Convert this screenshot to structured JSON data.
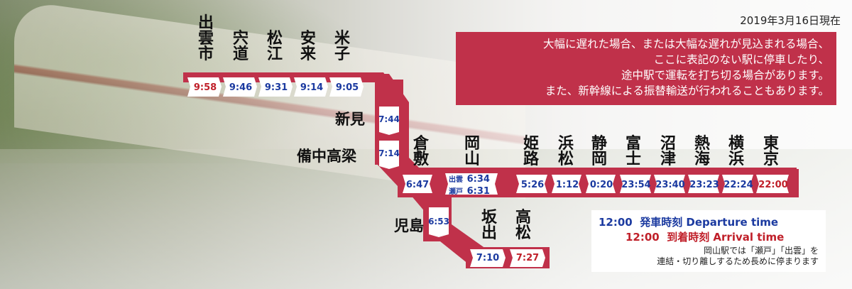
{
  "date": "2019年3月16日現在",
  "notice": [
    "大幅に遅れた場合、または大幅な遅れが見込まれる場合、",
    "ここに表記のない駅に停車したり、",
    "途中駅で運転を打ち切る場合があります。",
    "また、新幹線による振替輸送が行われることもあります。"
  ],
  "stations": {
    "izumoshi": {
      "name": [
        "出",
        "雲",
        "市"
      ],
      "time": "9:58"
    },
    "shinji": {
      "name": [
        "宍",
        "道"
      ],
      "time": "9:46"
    },
    "matsue": {
      "name": [
        "松",
        "江"
      ],
      "time": "9:31"
    },
    "yasugi": {
      "name": [
        "安",
        "来"
      ],
      "time": "9:14"
    },
    "yonago": {
      "name": [
        "米",
        "子"
      ],
      "time": "9:05"
    },
    "niimi": {
      "name": "新見",
      "time": "7:44"
    },
    "bitchutakahashi": {
      "name": "備中高梁",
      "time": "7:14"
    },
    "kurashiki": {
      "name": [
        "倉",
        "敷"
      ],
      "time": "6:47"
    },
    "okayama": {
      "name": [
        "岡",
        "山"
      ],
      "izumo_label": "出雲",
      "izumo_time": "6:34",
      "seto_label": "瀬戸",
      "seto_time": "6:31"
    },
    "himeji": {
      "name": [
        "姫",
        "路"
      ],
      "time": "5:26"
    },
    "hamamatsu": {
      "name": [
        "浜",
        "松"
      ],
      "time": "1:12"
    },
    "shizuoka": {
      "name": [
        "静",
        "岡"
      ],
      "time": "0:20"
    },
    "fuji": {
      "name": [
        "富",
        "士"
      ],
      "time": "23:54"
    },
    "numazu": {
      "name": [
        "沼",
        "津"
      ],
      "time": "23:40"
    },
    "atami": {
      "name": [
        "熱",
        "海"
      ],
      "time": "23:23"
    },
    "yokohama": {
      "name": [
        "横",
        "浜"
      ],
      "time": "22:24"
    },
    "tokyo": {
      "name": [
        "東",
        "京"
      ],
      "time": "22:00"
    },
    "kojima": {
      "name": "児島",
      "time": "6:53"
    },
    "sakaide": {
      "name": [
        "坂",
        "出"
      ],
      "time": "7:10"
    },
    "takamatsu": {
      "name": [
        "高",
        "松"
      ],
      "time": "7:27"
    }
  },
  "legend": {
    "departure_time": "12:00",
    "departure_label": "発車時刻 Departure time",
    "arrival_time": "12:00",
    "arrival_label": "到着時刻 Arrival time",
    "note_line1": "岡山駅では「瀬戸」「出雲」を",
    "note_line2": "連結・切り離しするため長めに停まります"
  },
  "colors": {
    "route": "#c0314a",
    "departure": "#1b3aa0",
    "arrival": "#c0202a"
  }
}
